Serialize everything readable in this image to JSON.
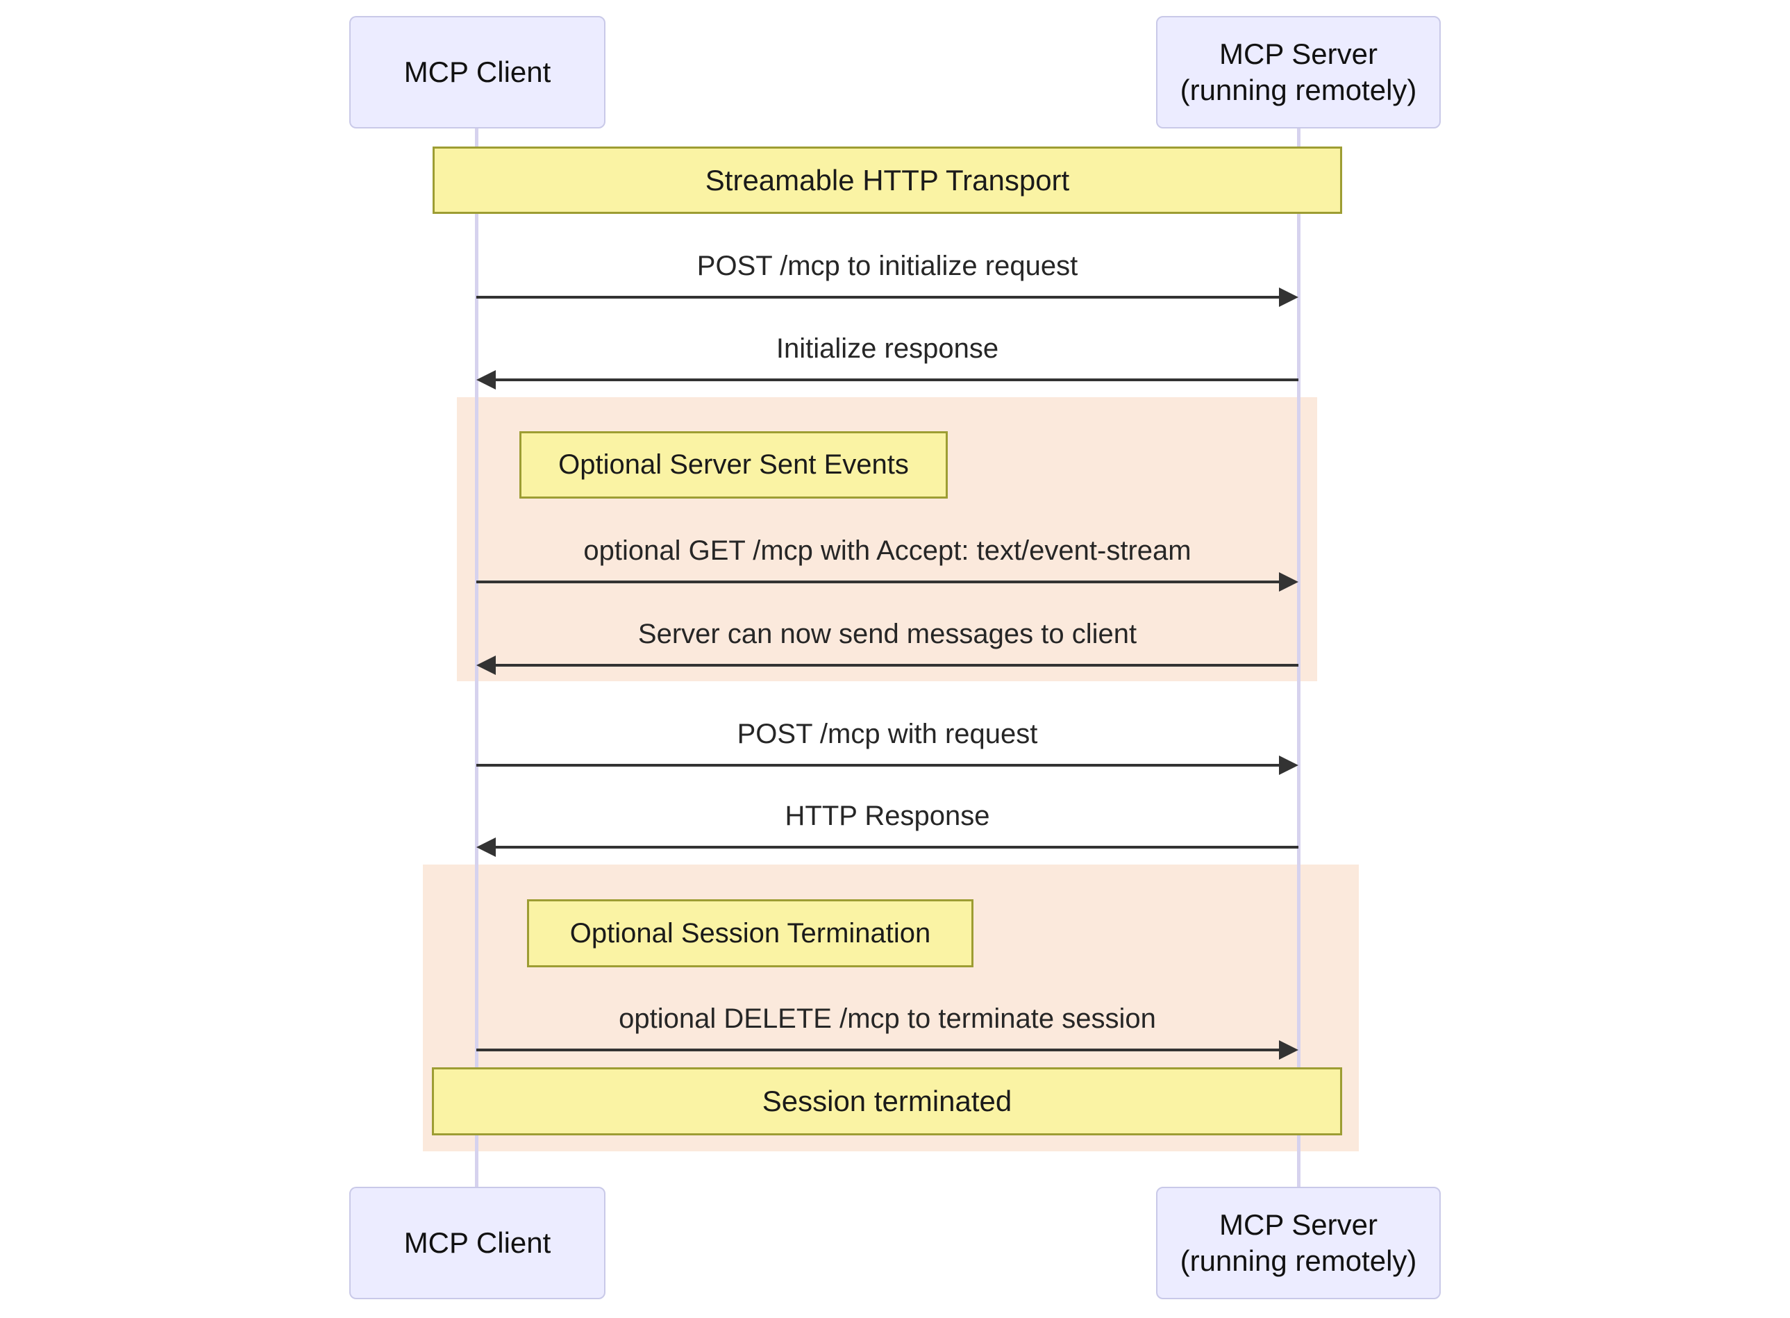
{
  "diagram": {
    "title_banner": "Streamable HTTP Transport",
    "participants": {
      "client": "MCP Client",
      "server": "MCP Server\n(running remotely)"
    },
    "messages": [
      {
        "text": "POST /mcp to initialize request",
        "direction": "right",
        "from": "client",
        "to": "server"
      },
      {
        "text": "Initialize response",
        "direction": "left",
        "from": "server",
        "to": "client"
      },
      {
        "text": "optional GET /mcp with Accept: text/event-stream",
        "direction": "right",
        "from": "client",
        "to": "server"
      },
      {
        "text": "Server can now send messages to client",
        "direction": "left",
        "from": "server",
        "to": "client"
      },
      {
        "text": "POST /mcp with request",
        "direction": "right",
        "from": "client",
        "to": "server"
      },
      {
        "text": "HTTP Response",
        "direction": "left",
        "from": "server",
        "to": "client"
      },
      {
        "text": "optional DELETE /mcp to terminate session",
        "direction": "right",
        "from": "client",
        "to": "server"
      }
    ],
    "groups": [
      {
        "label": "Optional Server Sent Events"
      },
      {
        "label": "Optional Session Termination"
      }
    ],
    "note": "Session terminated",
    "colors": {
      "actor_fill": "#ECECFF",
      "actor_border": "#C9C9E8",
      "lifeline": "#D6D2EE",
      "yellow_fill": "#FAF3A4",
      "yellow_border": "#9D9D33",
      "group_background": "#FBE9DC",
      "arrow": "#333333",
      "text": "#262626"
    }
  }
}
